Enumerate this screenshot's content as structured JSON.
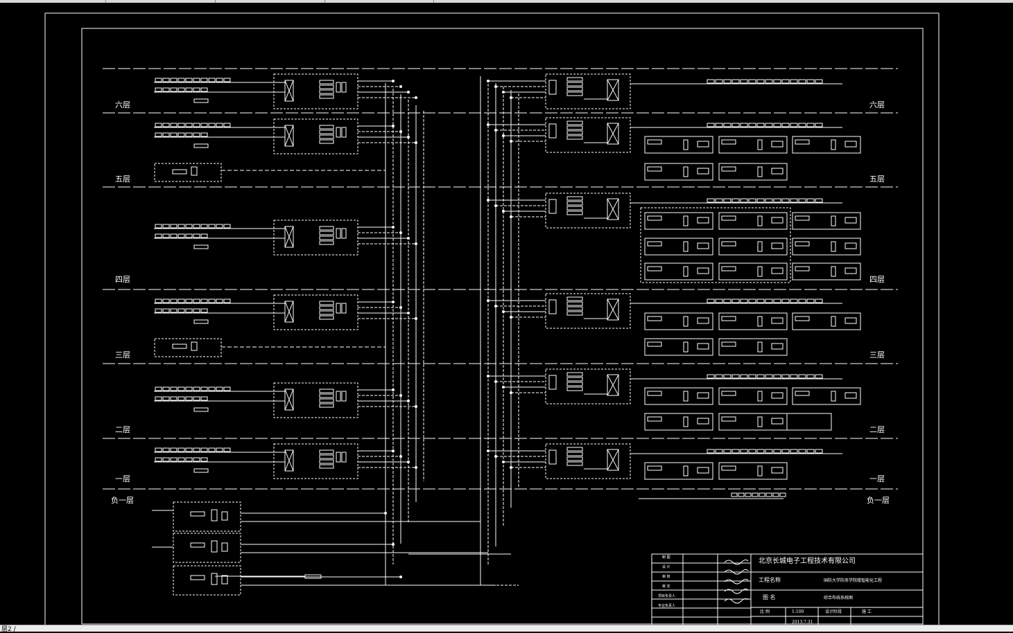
{
  "floors": {
    "left": [
      "六层",
      "五层",
      "四层",
      "三层",
      "二层",
      "一层",
      "负一层"
    ],
    "right": [
      "六层",
      "五层",
      "四层",
      "三层",
      "二层",
      "一层",
      "负一层"
    ]
  },
  "title_block": {
    "company": "北京长城电子工程技术有限公司",
    "project_label": "工程名称",
    "project_name": "国防大学防务学院楼智能化工程",
    "drawing_label": "图 名",
    "drawing_name": "综合布线系统图",
    "scale_label": "比 例",
    "scale": "1:100",
    "phase_label": "设计阶段",
    "phase": "施 工",
    "roles": [
      "制 图",
      "设 计",
      "审 核",
      "审 定",
      "项目负责人",
      "专业负责人"
    ],
    "date": "2013.7.31"
  },
  "status": {
    "tab": "层2 /"
  }
}
